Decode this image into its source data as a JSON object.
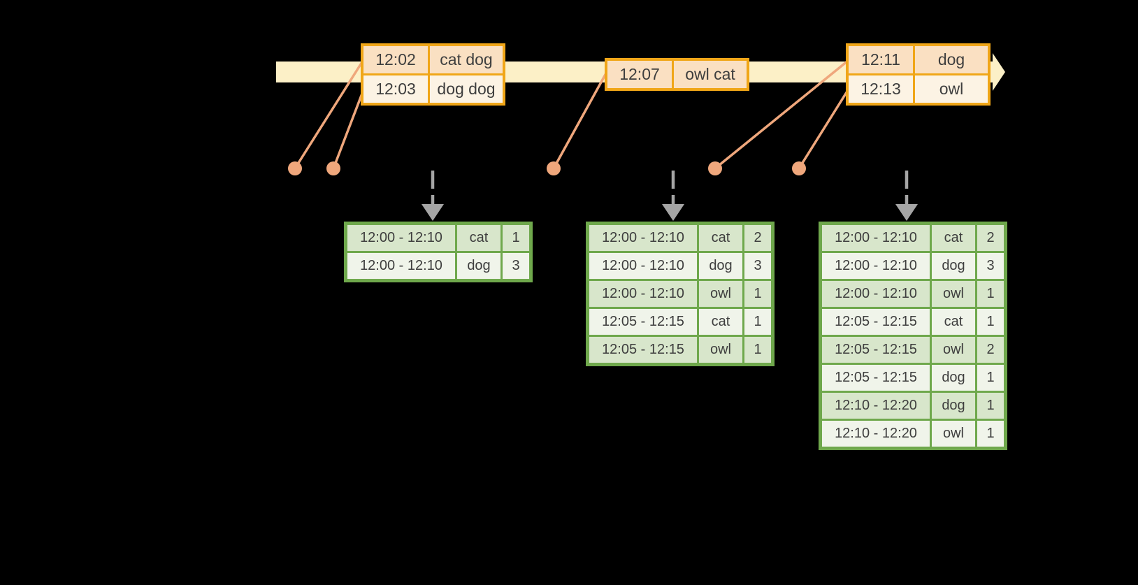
{
  "colors": {
    "background": "#000000",
    "timeline_fill": "#FCF0C7",
    "event_border": "#F0A618",
    "event_row_peach": "#FAE0C2",
    "event_row_cream": "#FCF3E4",
    "connector": "#EFA77C",
    "dot": "#EFA77C",
    "trigger_arrow": "#A5A5A5",
    "result_border": "#6FA84C",
    "result_row_dark": "#D8E6CB",
    "result_row_light": "#F0F4EA",
    "text": "#3E3E3E"
  },
  "event_tables": [
    {
      "rows": [
        {
          "time": "12:02",
          "words": "cat dog"
        },
        {
          "time": "12:03",
          "words": "dog dog"
        }
      ]
    },
    {
      "rows": [
        {
          "time": "12:07",
          "words": "owl cat"
        }
      ]
    },
    {
      "rows": [
        {
          "time": "12:11",
          "words": "dog"
        },
        {
          "time": "12:13",
          "words": "owl"
        }
      ]
    }
  ],
  "result_tables": [
    {
      "rows": [
        {
          "window": "12:00 - 12:10",
          "word": "cat",
          "count": "1"
        },
        {
          "window": "12:00 - 12:10",
          "word": "dog",
          "count": "3"
        }
      ]
    },
    {
      "rows": [
        {
          "window": "12:00 - 12:10",
          "word": "cat",
          "count": "2"
        },
        {
          "window": "12:00 - 12:10",
          "word": "dog",
          "count": "3"
        },
        {
          "window": "12:00 - 12:10",
          "word": "owl",
          "count": "1"
        },
        {
          "window": "12:05 - 12:15",
          "word": "cat",
          "count": "1"
        },
        {
          "window": "12:05 - 12:15",
          "word": "owl",
          "count": "1"
        }
      ]
    },
    {
      "rows": [
        {
          "window": "12:00 - 12:10",
          "word": "cat",
          "count": "2"
        },
        {
          "window": "12:00 - 12:10",
          "word": "dog",
          "count": "3"
        },
        {
          "window": "12:00 - 12:10",
          "word": "owl",
          "count": "1"
        },
        {
          "window": "12:05 - 12:15",
          "word": "cat",
          "count": "1"
        },
        {
          "window": "12:05 - 12:15",
          "word": "owl",
          "count": "2"
        },
        {
          "window": "12:05 - 12:15",
          "word": "dog",
          "count": "1"
        },
        {
          "window": "12:10 - 12:20",
          "word": "dog",
          "count": "1"
        },
        {
          "window": "12:10 - 12:20",
          "word": "owl",
          "count": "1"
        }
      ]
    }
  ]
}
